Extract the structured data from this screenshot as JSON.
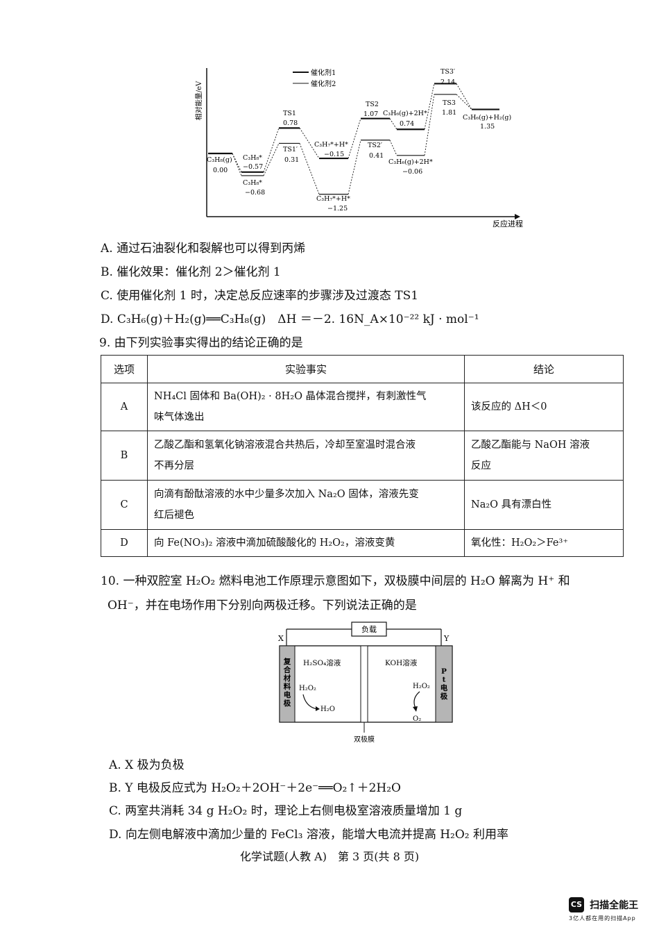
{
  "energy_chart": {
    "ylabel": "相对能量/eV",
    "xlabel": "反应进程",
    "legend": [
      "催化剂1",
      "催化剂2"
    ],
    "labels": {
      "c3h8g": "C₃H₈(g)",
      "c3h8g_val": "0.00",
      "c3h8s_1": "C₃H₈*",
      "c3h8s_1_val": "−0.57",
      "c3h8s_2": "C₃H₈*",
      "c3h8s_2_val": "−0.68",
      "ts1": "TS1",
      "ts1_val": "0.78",
      "ts1p": "TS1′",
      "ts1p_val": "0.31",
      "c3h7_1": "C₃H₇*+H*",
      "c3h7_1_val": "−0.15",
      "c3h7_2": "C₃H₇*+H*",
      "c3h7_2_val": "−1.25",
      "ts2": "TS2",
      "ts2_val": "1.07",
      "ts2p": "TS2′",
      "ts2p_val": "0.41",
      "c3h6_1": "C₃H₆(g)+2H*",
      "c3h6_1_val": "0.74",
      "c3h6_2": "C₃H₆(g)+2H*",
      "c3h6_2_val": "−0.06",
      "ts3p": "TS3′",
      "ts3p_val": "2.14",
      "ts3": "TS3",
      "ts3_val": "1.81",
      "prod": "C₃H₆(g)+H₂(g)",
      "prod_val": "1.35"
    }
  },
  "chart_data": {
    "type": "line",
    "ylabel": "相对能量/eV",
    "xlabel": "反应进程",
    "series": [
      {
        "name": "催化剂1",
        "states": [
          "C₃H₈(g)",
          "C₃H₈*",
          "TS1",
          "C₃H₇*+H*",
          "TS2",
          "C₃H₆(g)+2H*",
          "TS3′",
          "C₃H₆(g)+H₂(g)"
        ],
        "values": [
          0.0,
          -0.57,
          0.78,
          -0.15,
          1.07,
          0.74,
          2.14,
          1.35
        ]
      },
      {
        "name": "催化剂2",
        "states": [
          "C₃H₈(g)",
          "C₃H₈*",
          "TS1′",
          "C₃H₇*+H*",
          "TS2′",
          "C₃H₆(g)+2H*",
          "TS3",
          "C₃H₆(g)+H₂(g)"
        ],
        "values": [
          0.0,
          -0.68,
          0.31,
          -1.25,
          0.41,
          -0.06,
          1.81,
          1.35
        ]
      }
    ]
  },
  "q8_options": {
    "a": "A. 通过石油裂化和裂解也可以得到丙烯",
    "b": "B. 催化效果：催化剂 2＞催化剂 1",
    "c": "C. 使用催化剂 1 时，决定总反应速率的步骤涉及过渡态 TS1",
    "d": "D. C₃H₆(g)＋H₂(g)══C₃H₈(g)　ΔH ＝－2. 16N_A×10⁻²² kJ · mol⁻¹"
  },
  "q9": {
    "stem": "9. 由下列实验事实得出的结论正确的是",
    "headers": [
      "选项",
      "实验事实",
      "结论"
    ],
    "rows": [
      {
        "opt": "A",
        "fact1": "NH₄Cl 固体和 Ba(OH)₂ · 8H₂O 晶体混合搅拌，有刺激性气",
        "fact2": "味气体逸出",
        "concl1": "该反应的 ΔH＜0",
        "concl2": ""
      },
      {
        "opt": "B",
        "fact1": "乙酸乙酯和氢氧化钠溶液混合共热后，冷却至室温时混合液",
        "fact2": "不再分层",
        "concl1": "乙酸乙酯能与 NaOH 溶液",
        "concl2": "反应"
      },
      {
        "opt": "C",
        "fact1": "向滴有酚酞溶液的水中少量多次加入 Na₂O 固体，溶液先变",
        "fact2": "红后褪色",
        "concl1": "Na₂O 具有漂白性",
        "concl2": ""
      },
      {
        "opt": "D",
        "fact1": "向 Fe(NO₃)₂ 溶液中滴加硫酸酸化的 H₂O₂，溶液变黄",
        "fact2": "",
        "concl1": "氧化性：H₂O₂＞Fe³⁺",
        "concl2": ""
      }
    ]
  },
  "q10": {
    "stem1": "10. 一种双腔室 H₂O₂ 燃料电池工作原理示意图如下，双极膜中间层的 H₂O 解离为 H⁺ 和",
    "stem2": "OH⁻，并在电场作用下分别向两极迁移。下列说法正确的是",
    "diagram": {
      "load": "负载",
      "x": "X",
      "y": "Y",
      "left_electrode": "复合材料电极",
      "right_electrode": "Pt电极",
      "left_solution": "H₂SO₄溶液",
      "right_solution": "KOH溶液",
      "left_reactant": "H₂O₂",
      "left_product": "H₂O",
      "right_reactant": "H₂O₂",
      "right_product": "O₂",
      "membrane": "双极膜"
    },
    "options": {
      "a": "A. X 极为负极",
      "b": "B. Y 电极反应式为 H₂O₂＋2OH⁻＋2e⁻══O₂↑＋2H₂O",
      "c": "C. 两室共消耗 34 g H₂O₂ 时，理论上右侧电极室溶液质量增加 1 g",
      "d": "D. 向左侧电解液中滴加少量的 FeCl₃ 溶液，能增大电流并提高 H₂O₂ 利用率"
    }
  },
  "footer": "化学试题(人教 A)　第 3 页(共 8 页)",
  "watermark": {
    "logo": "CS",
    "name": "扫描全能王",
    "sub": "3亿人都在用的扫描App"
  }
}
